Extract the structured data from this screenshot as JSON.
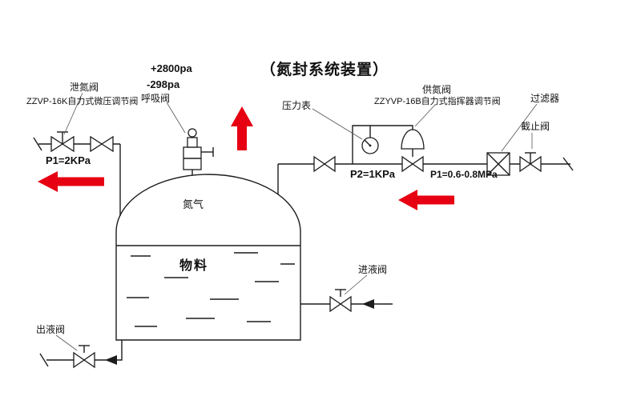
{
  "title": "（氮封系统装置）",
  "left": {
    "relief_valve_label": "泄氮阀",
    "relief_valve_model": "ZZVP-16K自力式微压调节阀",
    "breathing_valve_label": "呼吸阀",
    "pressure_pos": "+2800pa",
    "pressure_neg": "-298pa",
    "p1": "P1=2KPa"
  },
  "tank": {
    "gas_label": "氮气",
    "material_label": "物料"
  },
  "right": {
    "gauge_label": "压力表",
    "supply_valve_label": "供氮阀",
    "supply_valve_model": "ZZYVP-16B自力式指挥器调节阀",
    "filter_label": "过滤器",
    "stop_valve_label": "截止阀",
    "p2": "P2=1KPa",
    "p1": "P1=0.6-0.8MPa"
  },
  "bottom": {
    "inlet_valve_label": "进液阀",
    "outlet_valve_label": "出液阀"
  },
  "colors": {
    "line": "#1c1c1c",
    "arrow": "#e60012",
    "background": "#ffffff"
  }
}
